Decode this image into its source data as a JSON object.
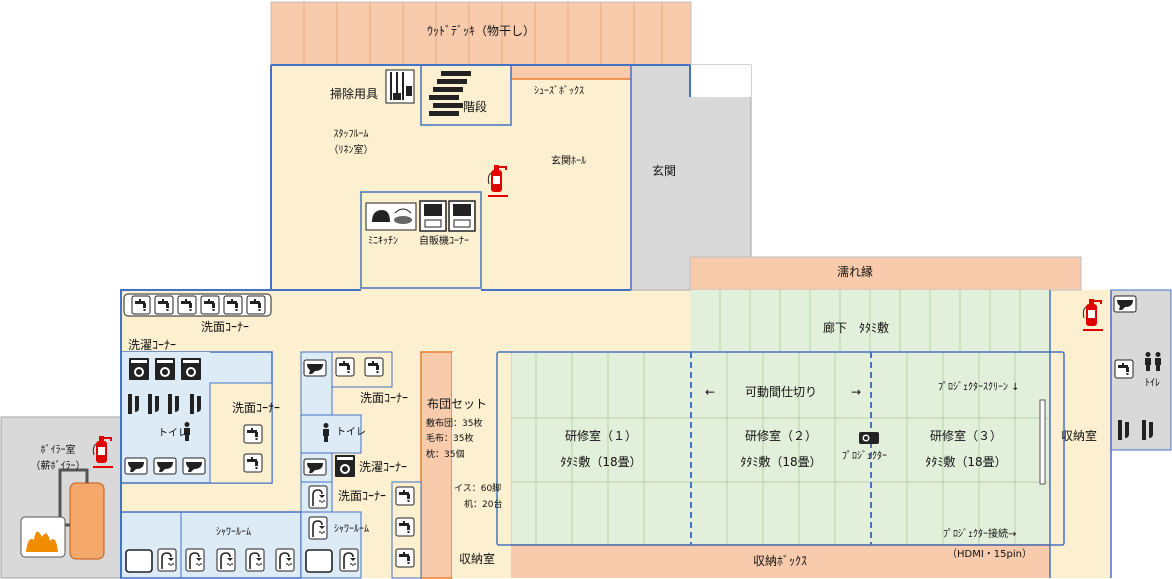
{
  "colors": {
    "cream": "#fdf0d0",
    "peach": "#f8cbad",
    "green": "#e2efda",
    "blue": "#ddebf7",
    "gray": "#d9d9d9",
    "line": "#4472c4",
    "orange_line": "#ed7d31",
    "extinguisher": "#e00000"
  },
  "rooms": {
    "deck": "ｳｯﾄﾞﾃﾞｯｷ（物干し）",
    "cleaning": "掃除用具",
    "stairs": "階段",
    "shoe_box": "ｼｭｰｽﾞﾎﾞｯｸｽ",
    "staff_room_1": "ｽﾀｯﾌﾙｰﾑ",
    "staff_room_2": "（ﾘﾈﾝ室）",
    "entrance_hall": "玄関ﾎｰﾙ",
    "entrance": "玄関",
    "mini_kitchen": "ﾐﾆｷｯﾁﾝ",
    "vending": "自販機ｺｰﾅｰ",
    "engawa": "濡れ縁",
    "corridor": "廊下　ﾀﾀﾐ敷",
    "washroom_top": "洗面ｺｰﾅｰ",
    "laundry": "洗濯ｺｰﾅｰ",
    "washroom_mid": "洗面ｺｰﾅｰ",
    "toilet_left": "トイレ",
    "washroom_right": "洗面ｺｰﾅｰ",
    "toilet_right": "トイレ",
    "laundry_right": "洗濯ｺｰﾅｰ",
    "washroom_bottom": "洗面ｺｰﾅｰ",
    "shower_small": "ｼｬﾜｰﾙｰﾑ",
    "shower_big": "ｼｬﾜｰﾙｰﾑ",
    "boiler_1": "ﾎﾞｲﾗｰ室",
    "boiler_2": "（薪ﾎﾞｲﾗｰ）",
    "futon_title": "布団セット",
    "futon_1": "敷布団：35枚",
    "futon_2": "毛布：35枚",
    "futon_3": "枕：35個",
    "chairs": "イス：60脚",
    "desks": "机：20台",
    "storage_left": "収納室",
    "storage_box": "収納ﾎﾞｯｸｽ",
    "storage_right": "収納室",
    "partition": "可動間仕切り",
    "arrow_left": "←",
    "arrow_right": "→",
    "room1_name": "研修室（１）",
    "room1_sub": "ﾀﾀﾐ敷（18畳）",
    "room2_name": "研修室（２）",
    "room2_sub": "ﾀﾀﾐ敷（18畳）",
    "room3_name": "研修室（３）",
    "room3_sub": "ﾀﾀﾐ敷（18畳）",
    "projector": "ﾌﾟﾛｼﾞｪｸﾀｰ",
    "screen": "ﾌﾟﾛｼﾞｪｸﾀｰｽｸﾘｰﾝ ↓",
    "projector_conn": "ﾌﾟﾛｼﾞｪｸﾀｰ接続→",
    "hdmi": "（HDMI・15pin）",
    "toilet_far": "ﾄｲﾚ"
  },
  "icons": {
    "extinguisher": "fire-extinguisher-icon",
    "faucet": "faucet-icon",
    "washer": "washing-machine-icon",
    "toilet": "toilet-icon",
    "urinal": "urinal-icon",
    "shower": "shower-icon",
    "person": "person-icon",
    "stairs": "stairs-icon",
    "kettle": "kettle-icon",
    "vending": "vending-machine-icon",
    "projector": "projector-icon",
    "boiler": "boiler-icon",
    "mop": "cleaning-tools-icon"
  }
}
